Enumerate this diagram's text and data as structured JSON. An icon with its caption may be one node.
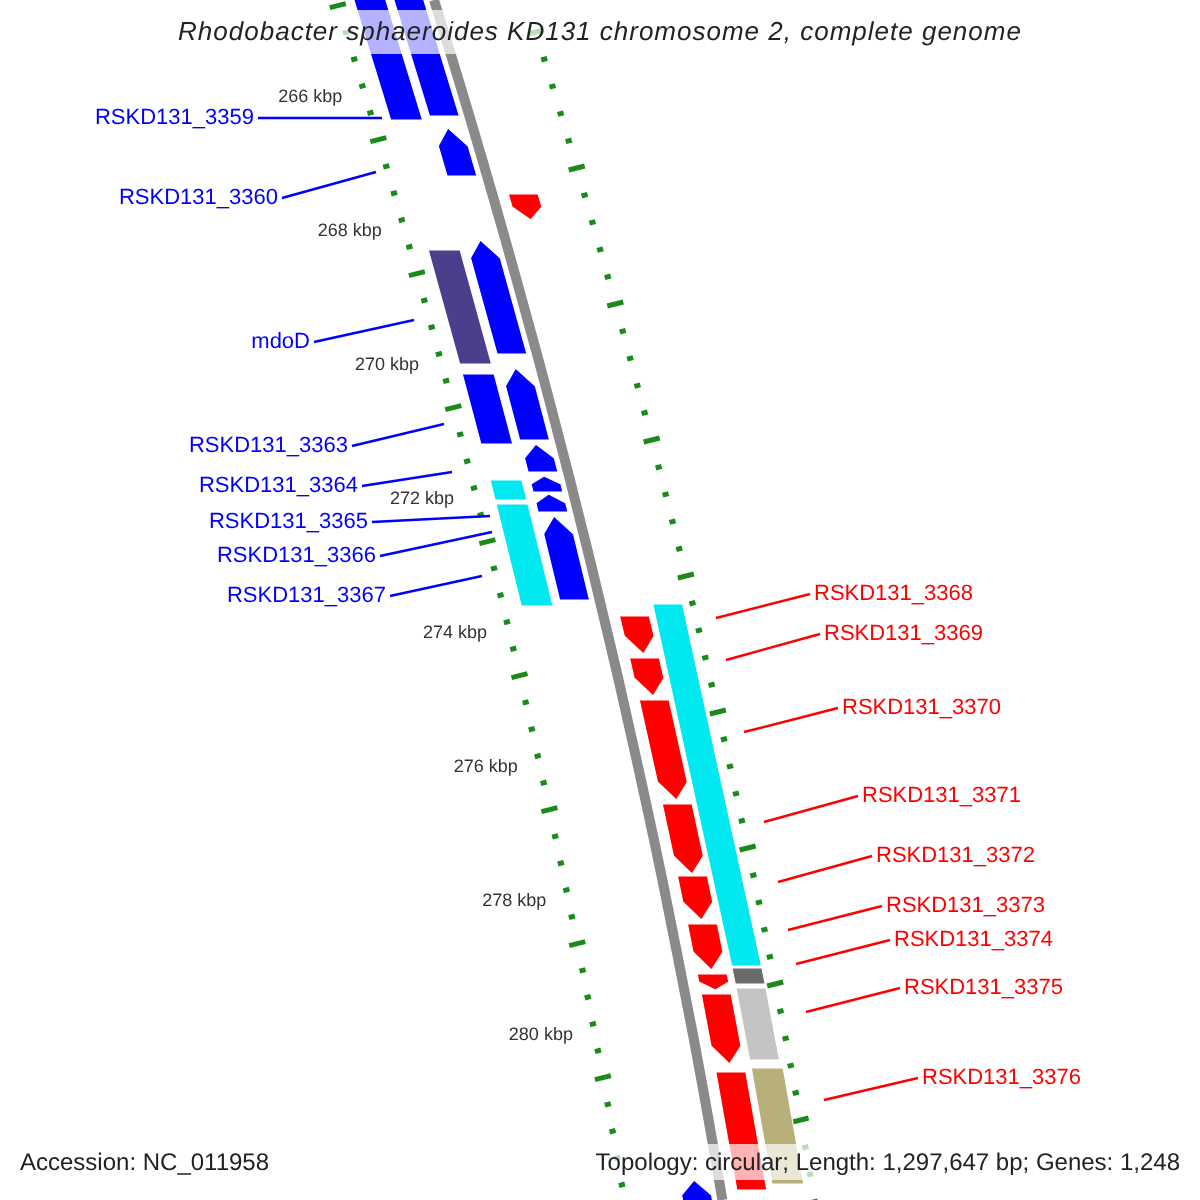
{
  "diagram": {
    "title": "Rhodobacter sphaeroides KD131 chromosome 2, complete genome",
    "nodes": [
      {
        "text": [
          "RSKD131_3359"
        ]
      },
      {
        "text": [
          "RSKD131_3360"
        ]
      },
      {
        "text": [
          "mdoD"
        ]
      },
      {
        "text": [
          "RSKD131_3363"
        ]
      },
      {
        "text": [
          "RSKD131_3364"
        ]
      },
      {
        "text": [
          "RSKD131_3365"
        ]
      },
      {
        "text": [
          "RSKD131_3366"
        ]
      },
      {
        "text": [
          "RSKD131_3367"
        ]
      },
      {
        "text": [
          "RSKD131_3368"
        ]
      },
      {
        "text": [
          "RSKD131_3369"
        ]
      },
      {
        "text": [
          "RSKD131_3370"
        ]
      },
      {
        "text": [
          "RSKD131_3371"
        ]
      },
      {
        "text": [
          "RSKD131_3372"
        ]
      },
      {
        "text": [
          "RSKD131_3373"
        ]
      },
      {
        "text": [
          "RSKD131_3374"
        ]
      },
      {
        "text": [
          "RSKD131_3375"
        ]
      },
      {
        "text": [
          "RSKD131_3376"
        ]
      }
    ],
    "edges": [
      {
        "from": 0,
        "to": null,
        "arrow": "none",
        "color": "#0000ff"
      },
      {
        "from": 1,
        "to": null,
        "arrow": "none",
        "color": "#0000ff"
      },
      {
        "from": 2,
        "to": null,
        "arrow": "none",
        "color": "#0000ff"
      },
      {
        "from": 3,
        "to": null,
        "arrow": "none",
        "color": "#0000ff"
      },
      {
        "from": 4,
        "to": null,
        "arrow": "none",
        "color": "#0000ff"
      },
      {
        "from": 5,
        "to": null,
        "arrow": "none",
        "color": "#0000ff"
      },
      {
        "from": 6,
        "to": null,
        "arrow": "none",
        "color": "#0000ff"
      },
      {
        "from": 7,
        "to": null,
        "arrow": "none",
        "color": "#0000ff"
      },
      {
        "from": 8,
        "to": null,
        "arrow": "none"
      },
      {
        "from": 9,
        "to": null,
        "arrow": "none"
      },
      {
        "from": 10,
        "to": null,
        "arrow": "none"
      },
      {
        "from": 11,
        "to": null,
        "arrow": "none"
      },
      {
        "from": 12,
        "to": null,
        "arrow": "none"
      },
      {
        "from": 13,
        "to": null,
        "arrow": "none"
      },
      {
        "from": 14,
        "to": null,
        "arrow": "none"
      },
      {
        "from": 15,
        "to": null,
        "arrow": "none"
      },
      {
        "from": 16,
        "to": null,
        "arrow": "none"
      }
    ],
    "labels": [
      "266 kbp",
      "268 kbp",
      "270 kbp",
      "272 kbp",
      "274 kbp",
      "276 kbp",
      "278 kbp",
      "280 kbp",
      "Accession: NC_011958",
      "Topology: circular; Length: 1,297,647 bp; Genes: 1,248"
    ]
  }
}
